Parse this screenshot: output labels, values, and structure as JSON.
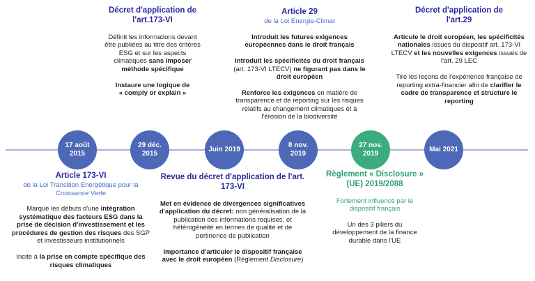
{
  "colors": {
    "title_blue": "#2a2c9e",
    "subtitle_blue": "#4a6bc8",
    "green_text": "#2fa274",
    "circle_blue": "#4d68b6",
    "circle_green": "#3bac7e",
    "axis_line": "#a9afd8",
    "body_text": "#1f1f1f"
  },
  "timeline": {
    "milestones": [
      {
        "line1": "17 août",
        "line2": "2015",
        "color": "blue"
      },
      {
        "line1": "29 déc.",
        "line2": "2015",
        "color": "blue"
      },
      {
        "line1": "Juin 2019",
        "line2": "",
        "color": "blue"
      },
      {
        "line1": "8 nov.",
        "line2": "2019",
        "color": "blue"
      },
      {
        "line1": "27 nov.",
        "line2": "2019",
        "color": "green"
      },
      {
        "line1": "Mai 2021",
        "line2": "",
        "color": "blue"
      }
    ]
  },
  "blocks": {
    "decret_173": {
      "title": "Décret d'application de l'art.173-VI",
      "paragraphs": [
        {
          "segments": [
            {
              "t": "Définit les informations devant être publiées au titre des critères ESG et sur les aspects climatiques "
            },
            {
              "t": "sans imposer méthode spécifique",
              "b": true
            }
          ]
        },
        {
          "segments": [
            {
              "t": "Instaure une logique de « comply or explain »",
              "b": true
            }
          ]
        }
      ]
    },
    "article_29": {
      "title": "Article 29",
      "subtitle": "de la Loi Energie-Climat",
      "paragraphs": [
        {
          "segments": [
            {
              "t": "Introduit les futures exigences européennes dans le droit français",
              "b": true
            }
          ]
        },
        {
          "segments": [
            {
              "t": "Introduit les spécificités du droit français",
              "b": true
            },
            {
              "t": " (art. 173-VI LTECV) "
            },
            {
              "t": "ne figurant pas dans le droit européen",
              "b": true
            }
          ]
        },
        {
          "segments": [
            {
              "t": "Renforce les exigences",
              "b": true
            },
            {
              "t": " en matière de transparence et de reporting sur les risques relatifs au changement climatiques et à l'érosion de la biodiversité"
            }
          ]
        }
      ]
    },
    "decret_29": {
      "title": "Décret d'application de l'art.29",
      "paragraphs": [
        {
          "segments": [
            {
              "t": "Articule le droit européen, les spécificités nationales",
              "b": true
            },
            {
              "t": " issues du dispositif art. 173-VI LTECV "
            },
            {
              "t": "et les nouvelles exigences",
              "b": true
            },
            {
              "t": " issues de l'art. 29 LEC"
            }
          ]
        },
        {
          "segments": [
            {
              "t": "Tire les leçons de l'expérience française de reporting extra-financier afin de "
            },
            {
              "t": "clarifier le cadre de transparence et structure le reporting",
              "b": true
            }
          ]
        }
      ]
    },
    "article_173": {
      "title": "Article 173-VI",
      "subtitle": "de la Loi Transition Energétique pour la Croissance Verte",
      "paragraphs": [
        {
          "segments": [
            {
              "t": "Marque les débuts d'une "
            },
            {
              "t": "intégration systématique des facteurs ESG dans la prise de décision d'investissement et les procédures de gestion des risques",
              "b": true
            },
            {
              "t": " des SGP et investisseurs institutionnels"
            }
          ]
        },
        {
          "segments": [
            {
              "t": "Incite à "
            },
            {
              "t": "la prise en compte spécifique des risques climatiques",
              "b": true
            }
          ]
        }
      ]
    },
    "revue_decret": {
      "title": "Revue du décret d'application de l'art. 173-VI",
      "paragraphs": [
        {
          "segments": [
            {
              "t": "Met en évidence de divergences significatives d'application du décret:",
              "b": true
            },
            {
              "t": " non généralisation de la publication des informations requises, et hétérogénéité en termes de qualité et de pertinence de publication"
            }
          ]
        },
        {
          "segments": [
            {
              "t": "Importance d'articuler le dispositif française avec le droit européen",
              "b": true
            },
            {
              "t": " (Règlement "
            },
            {
              "t": "Disclosure",
              "i": true
            },
            {
              "t": ")"
            }
          ]
        }
      ]
    },
    "reglement_disclosure": {
      "title": "Règlement « Disclosure » (UE) 2019/2088",
      "paragraphs": [
        {
          "color": "#2fa274",
          "segments": [
            {
              "t": "Fortement influencé par le dispositif français"
            }
          ]
        },
        {
          "segments": [
            {
              "t": "Un des 3 piliers du développement de la finance durable dans l'UE"
            }
          ]
        }
      ]
    }
  }
}
